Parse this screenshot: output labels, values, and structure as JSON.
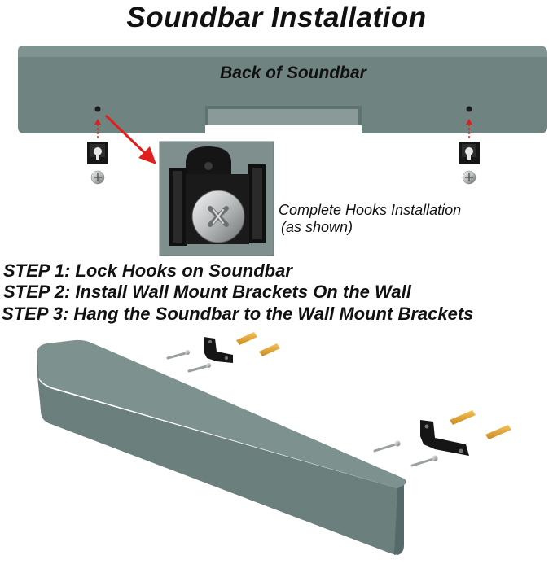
{
  "title": "Soundbar Installation",
  "back_label": "Back of Soundbar",
  "caption": {
    "line1": "Complete Hooks Installation",
    "line2": "(as shown)"
  },
  "steps": [
    "STEP 1: Lock Hooks on Soundbar",
    "STEP 2: Install Wall Mount Brackets On the Wall",
    "STEP 3: Hang the Soundbar to the Wall Mount Brackets"
  ],
  "colors": {
    "soundbar": "#6b807c",
    "soundbar_dark": "#56696a",
    "arrow": "#e0201c",
    "bracket": "#1a1a1a",
    "anchor": "#e8a93a",
    "zoom_bg": "#7f8f8d"
  },
  "icons": [
    "hook-icon",
    "screw-icon",
    "arrow-icon",
    "wall-bracket-icon",
    "wall-anchor-icon"
  ]
}
